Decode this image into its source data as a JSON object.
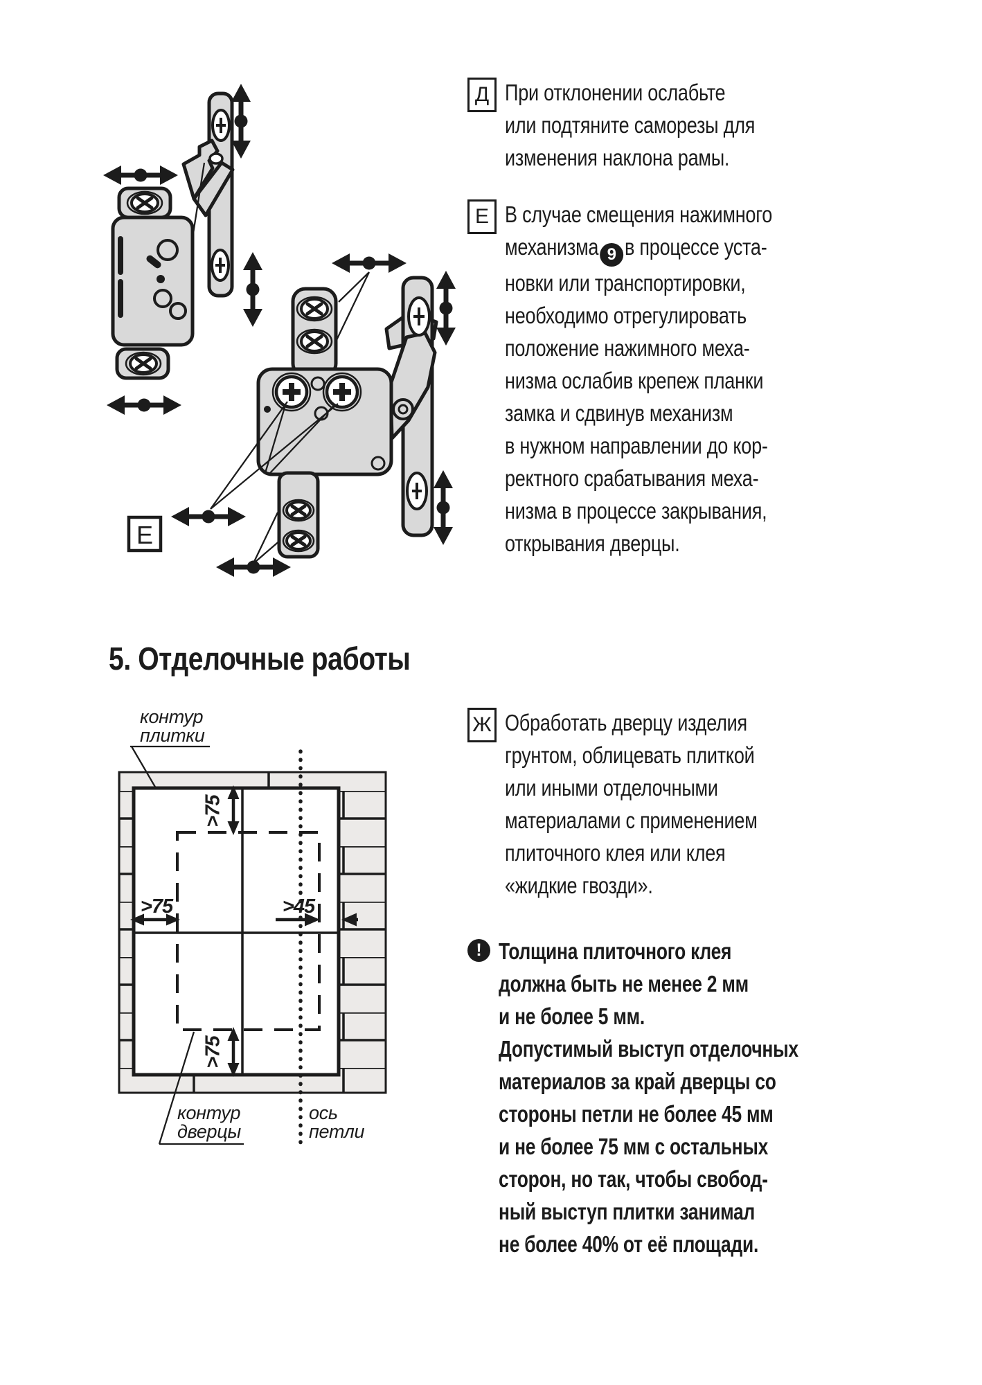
{
  "page": {
    "background": "#ffffff",
    "ink": "#1c1c1c",
    "metal_fill": "#d9d9d9",
    "brick_fill": "#eceae8"
  },
  "hinge_figure": {
    "frame_label": "Е"
  },
  "instructions": {
    "d": {
      "label": "Д",
      "text": "При отклонении ослабьте\nили подтяните саморезы для\nизменения наклона рамы."
    },
    "e": {
      "label": "Е",
      "line1": "В случае смещения нажимного",
      "line2_pre": "механизма",
      "badge": "9",
      "line2_post": "в процессе уста-",
      "rest": "новки или транспортировки,\nнеобходимо отрегулировать\nположение нажимного меха-\nнизма ослабив крепеж планки\nзамка и сдвинув механизм\nв нужном направлении до кор-\nректного срабатывания меха-\nнизма в процессе закрывания,\nоткрывания дверцы."
    }
  },
  "section5": {
    "heading": "5. Отделочные работы",
    "figure": {
      "tile_contour_label": "контур\nплитки",
      "door_contour_label": "контур\nдверцы",
      "hinge_axis_label": "ось\nпетли",
      "dim_top": ">75",
      "dim_left": ">75",
      "dim_bottom": ">75",
      "dim_hinge_side": ">45"
    },
    "zh": {
      "label": "Ж",
      "text": "Обработать дверцу изделия\nгрунтом, облицевать плиткой\nили иными отделочными\nматериалами с применением\nплиточного клея или клея\n«жидкие гвозди»."
    },
    "warning": {
      "icon": "!",
      "text": "Толщина плиточного клея\nдолжна быть не менее 2 мм\nи не более 5 мм.\nДопустимый выступ отделочных\nматериалов за край дверцы со\nстороны петли не более 45 мм\nи не более 75 мм с остальных\nсторон, но так, чтобы свобод-\nный выступ плитки занимал\nне более 40% от её площади."
    }
  }
}
